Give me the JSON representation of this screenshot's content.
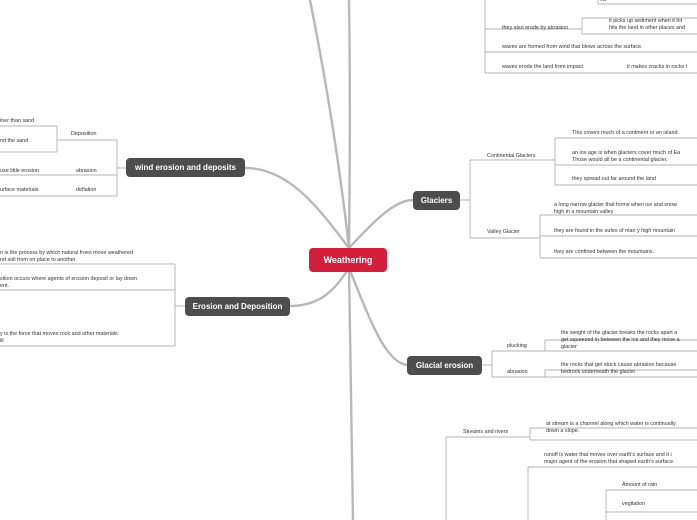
{
  "central": {
    "label": "Weathering"
  },
  "branches": {
    "wind": {
      "label": "wind erosion and deposits",
      "deposition": {
        "label": "Deposition",
        "items": [
          "iner than sand",
          "nd the sand"
        ]
      },
      "abrasion": {
        "label": "abrasion",
        "text": "use little erosion"
      },
      "deflation": {
        "label": "deflation",
        "text": "urface materials"
      }
    },
    "erosion": {
      "label": "Erosion and Deposition",
      "items": [
        [
          "n is the process by which natural froes move weathered",
          "nd soil from on place to another"
        ],
        [
          "sition occurs where agents of erosion deposit or lay down",
          "ent."
        ],
        [
          "y is the force that moves rock and other materials",
          "ill"
        ]
      ]
    },
    "waves": {
      "top_fragment": "ea",
      "abrasion": {
        "label": "they also erode by abrasion",
        "text": [
          "it picks up sediment when it hit",
          "hits the land in other places and"
        ]
      },
      "formed": "waves are formed from wind that blows across the surface.",
      "impact": {
        "label": "waves erode the land from impact",
        "text": "it makes cracks in rocks t"
      }
    },
    "glaciers": {
      "label": "Glaciers",
      "continental": {
        "label": "Continental Glaciers",
        "items": [
          [
            "This covers much of a continent or an island."
          ],
          [
            "an ice age is when glaciers cover much of Ea",
            "Those would all be a continental glacier."
          ],
          [
            "they spread out far around the land"
          ]
        ]
      },
      "valley": {
        "label": "Valley Glacier",
        "items": [
          [
            "a long narrow glacier that forms when ice and snow",
            "high in a mountain valley"
          ],
          [
            "they are found in the sufes of man y high mountain"
          ],
          [
            "they are confined between the mountains."
          ]
        ]
      }
    },
    "glacial": {
      "label": "Glacial erosion",
      "plucking": {
        "label": "plucking",
        "text": [
          "the weight of the glacier breaks the rocks apart a",
          "get squeezed in between the ice and they move a",
          "glacier"
        ]
      },
      "abrasion": {
        "label": "abrasion",
        "text": [
          "the rocks that get stuck cause abrasion because",
          "bedrock underneath the glacier"
        ]
      }
    },
    "streams": {
      "label": "Streams and rivers",
      "stream": [
        "at stream is a channel along which water is continually",
        "down a slope."
      ],
      "runoff": [
        "runoff is water that moves over earth's surface and it i",
        "major agent of the erosion that shaped earth's surface."
      ],
      "factors": [
        "Amount of rain",
        "vegitation"
      ]
    }
  }
}
